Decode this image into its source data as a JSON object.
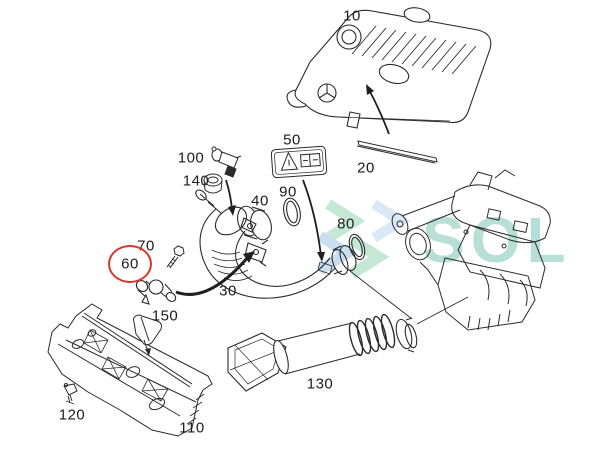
{
  "diagram": {
    "type": "exploded-parts-diagram",
    "watermark": {
      "text": "SOL",
      "text_color": "#b4ddd5",
      "chevron_blue": "#c6ddf1",
      "chevron_green": "#c2e7d2"
    },
    "highlight": {
      "circled_callout": "60",
      "color": "#d9352c"
    },
    "line_color": "#2b2b2b",
    "background": "#ffffff",
    "callouts": [
      {
        "label": "10"
      },
      {
        "label": "20"
      },
      {
        "label": "30"
      },
      {
        "label": "40"
      },
      {
        "label": "50"
      },
      {
        "label": "60"
      },
      {
        "label": "70"
      },
      {
        "label": "80"
      },
      {
        "label": "90"
      },
      {
        "label": "100"
      },
      {
        "label": "110"
      },
      {
        "label": "120"
      },
      {
        "label": "130"
      },
      {
        "label": "140"
      },
      {
        "label": "150"
      }
    ]
  }
}
